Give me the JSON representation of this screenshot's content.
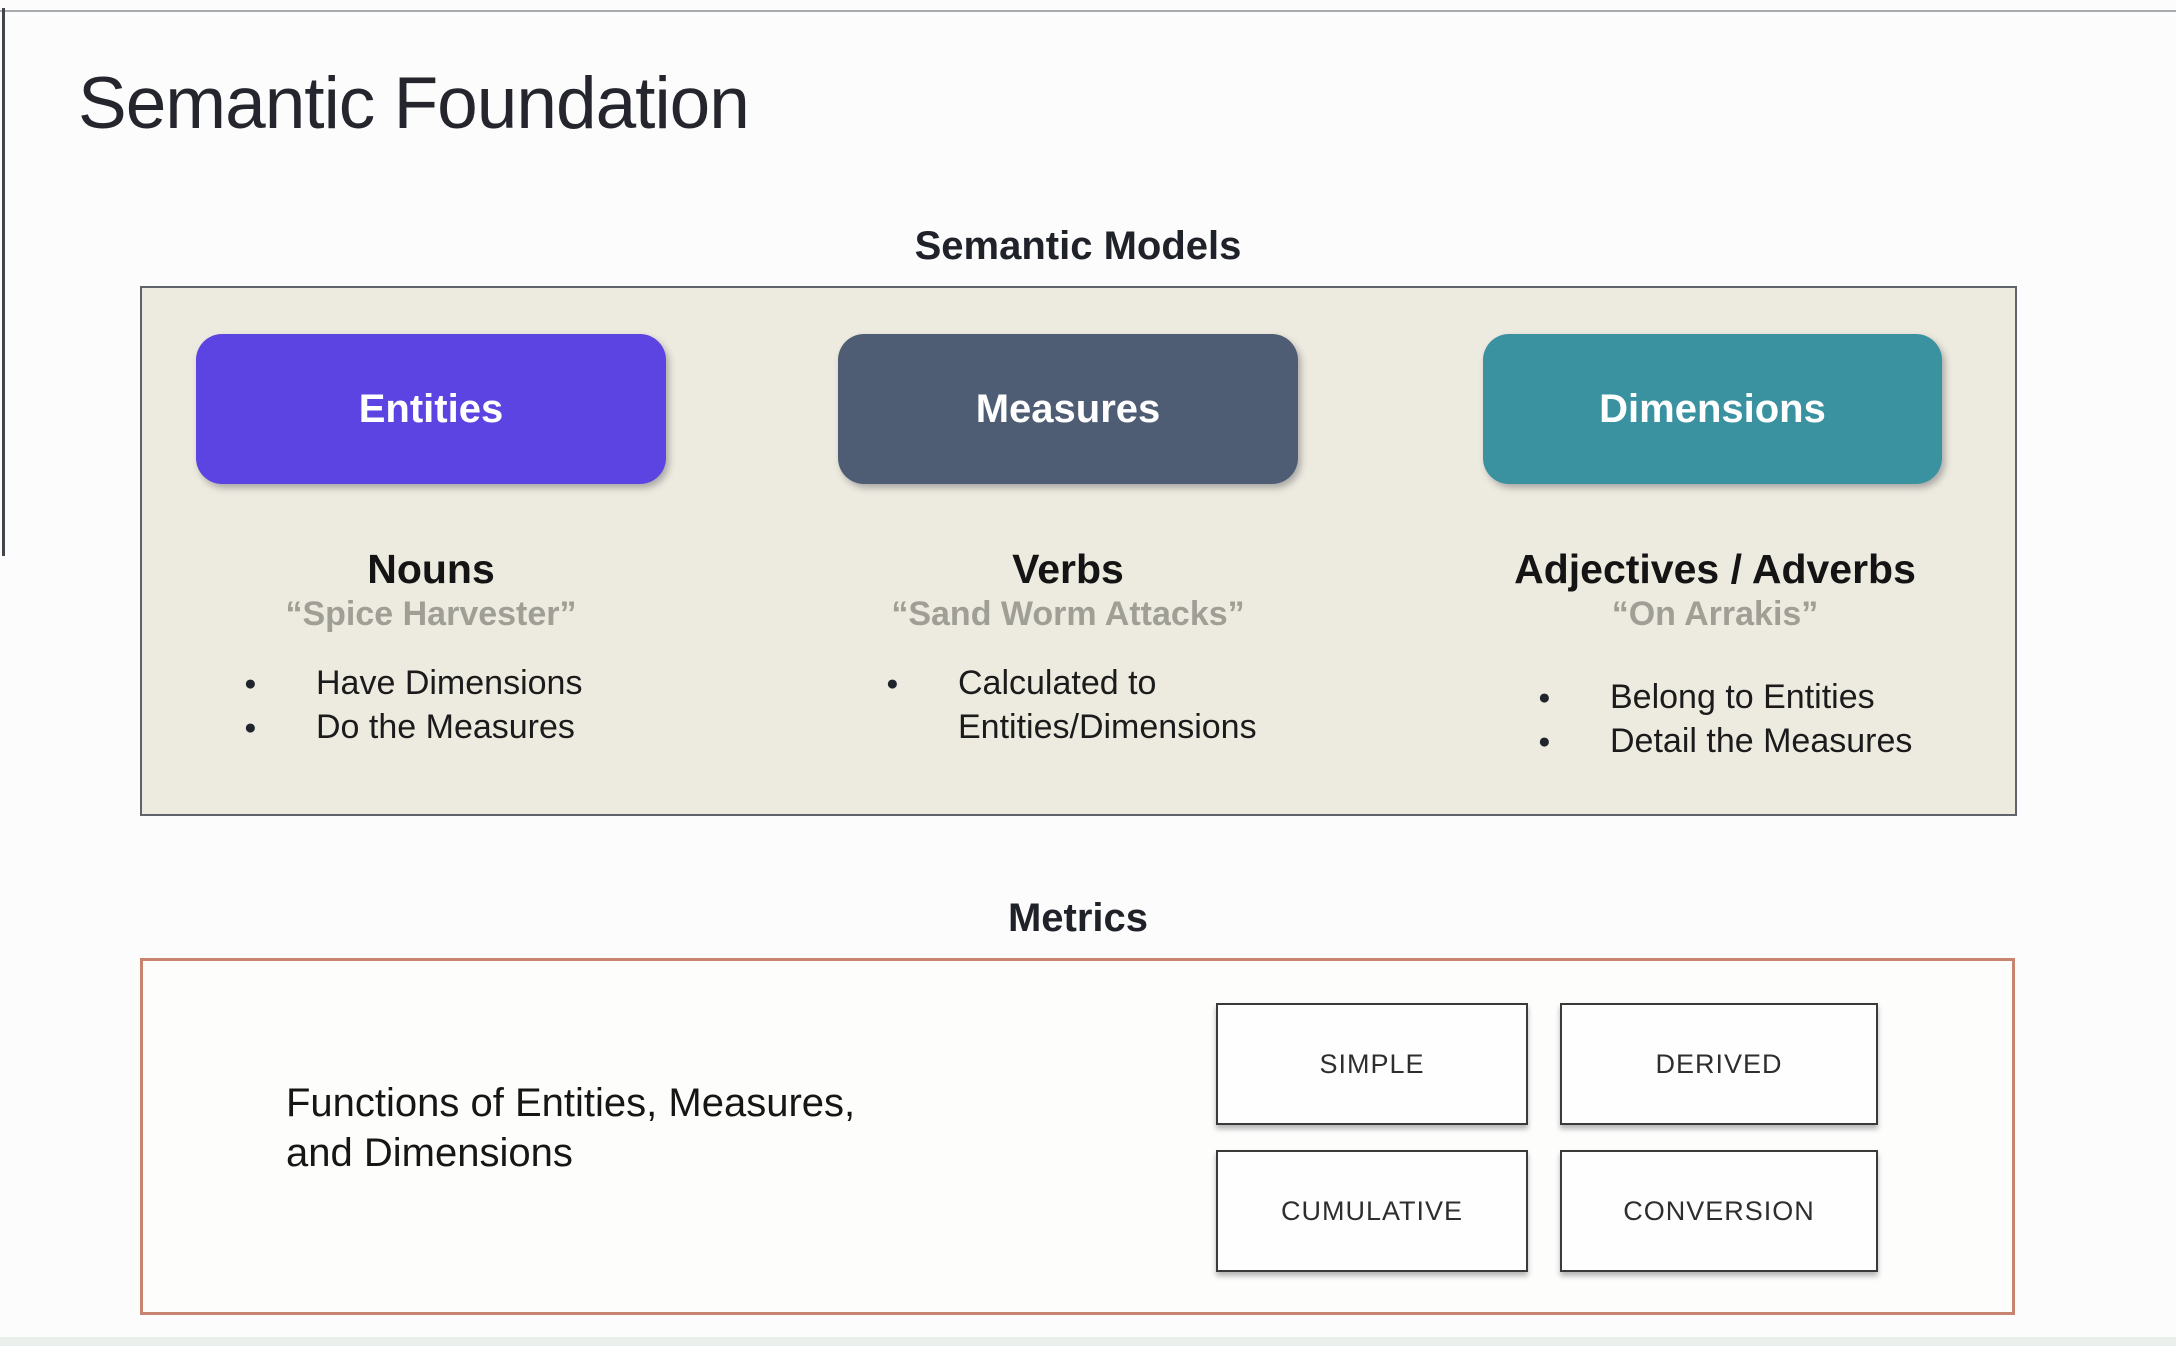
{
  "slide": {
    "title": "Semantic Foundation"
  },
  "semantic_models": {
    "heading": "Semantic Models",
    "panel_bg": "#edeadf",
    "columns": [
      {
        "pill": "Entities",
        "pill_color": "#5b44e1",
        "word_class": "Nouns",
        "example": "“Spice Harvester”",
        "bullets": [
          "Have Dimensions",
          "Do the Measures"
        ]
      },
      {
        "pill": "Measures",
        "pill_color": "#4e5d73",
        "word_class": "Verbs",
        "example": "“Sand Worm Attacks”",
        "bullets": [
          "Calculated to Entities/Dimensions"
        ]
      },
      {
        "pill": "Dimensions",
        "pill_color": "#3a92a1",
        "word_class": "Adjectives / Adverbs",
        "example": "“On Arrakis”",
        "bullets": [
          "Belong to Entities",
          "Detail the Measures"
        ]
      }
    ]
  },
  "metrics": {
    "heading": "Metrics",
    "border_color": "#c9846f",
    "description_line1": "Functions of Entities, Measures,",
    "description_line2": "and Dimensions",
    "types": [
      "SIMPLE",
      "DERIVED",
      "CUMULATIVE",
      "CONVERSION"
    ]
  }
}
